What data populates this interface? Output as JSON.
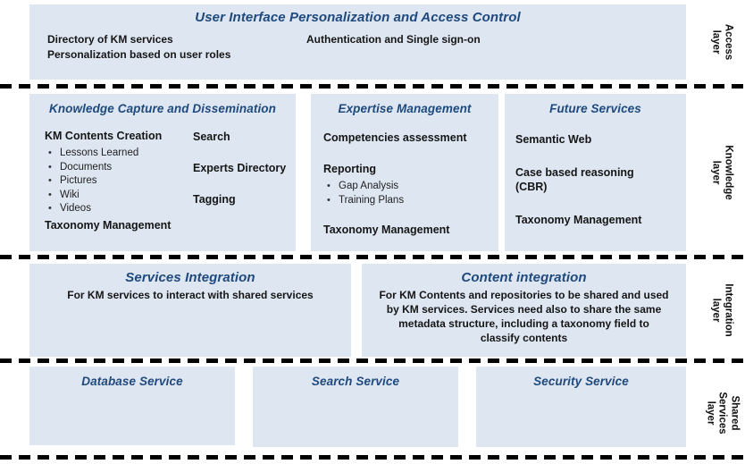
{
  "colors": {
    "box_background": "#dde6f1",
    "title_blue": "#1f497d",
    "body_text": "#161616",
    "separator": "#000000"
  },
  "access_layer": {
    "layer_label": "Access\nlayer",
    "box": {
      "title": "User Interface Personalization and Access Control",
      "left_items": [
        "Directory of KM services",
        "Personalization based on user roles"
      ],
      "right_items": [
        "Authentication and Single sign-on"
      ]
    }
  },
  "knowledge_layer": {
    "layer_label": "Knowledge\nlayer",
    "capture_box": {
      "title": "Knowledge Capture and Dissemination",
      "col1": {
        "heading": "KM Contents Creation",
        "bullets": [
          "Lessons Learned",
          "Documents",
          "Pictures",
          "Wiki",
          "Videos"
        ],
        "footer": "Taxonomy Management"
      },
      "col2": [
        "Search",
        "Experts Directory",
        "Tagging"
      ]
    },
    "expertise_box": {
      "title": "Expertise Management",
      "item1": "Competencies assessment",
      "reporting_heading": "Reporting",
      "reporting_bullets": [
        "Gap Analysis",
        "Training Plans"
      ],
      "footer": "Taxonomy Management"
    },
    "future_box": {
      "title": "Future Services",
      "items": [
        "Semantic Web",
        "Case based reasoning\n(CBR)",
        "Taxonomy Management"
      ]
    }
  },
  "integration_layer": {
    "layer_label": "Integration\nlayer",
    "services_box": {
      "title": "Services Integration",
      "body": "For KM services to interact with shared services"
    },
    "content_box": {
      "title": "Content integration",
      "body": "For KM Contents and repositories to be shared and used by KM services. Services need also to share the same metadata structure, including a taxonomy field to classify contents"
    }
  },
  "shared_services_layer": {
    "layer_label": "Shared Services\nlayer",
    "boxes": [
      "Database Service",
      "Search Service",
      "Security Service"
    ]
  }
}
